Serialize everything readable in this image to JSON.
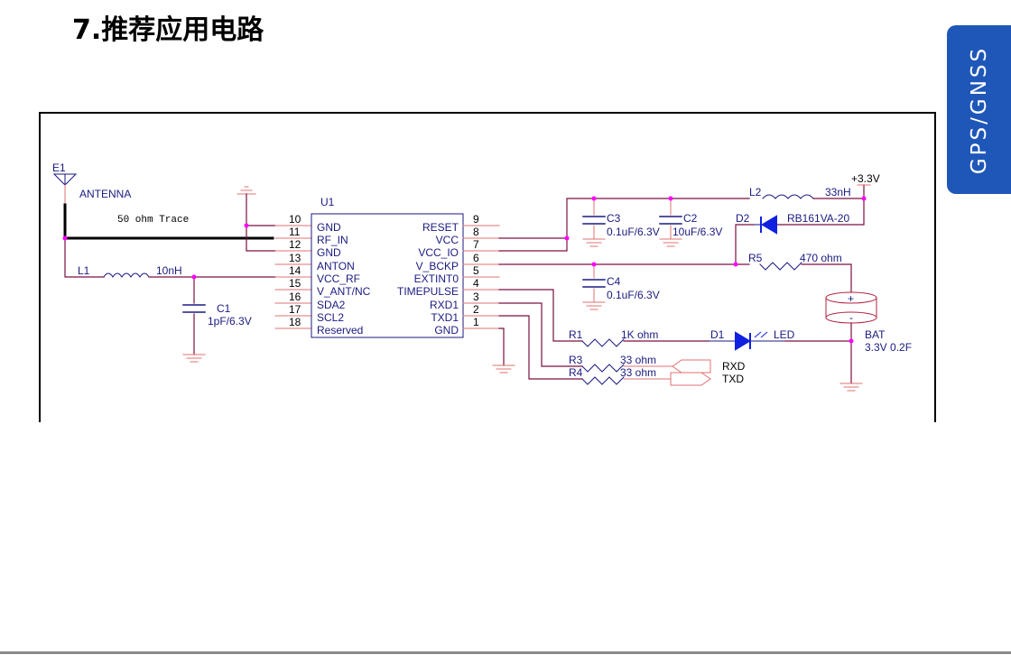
{
  "header": {
    "title": "7.推荐应用电路"
  },
  "side_tab": {
    "label": "GPS/GNSS",
    "color": "#1e57b8"
  },
  "colors": {
    "wire": "#7a1040",
    "pin": "#e07070",
    "label": "#1a1a80",
    "junction": "#ff00ff",
    "diode": "#1020e0",
    "trace": "#000000"
  },
  "schematic": {
    "antenna": {
      "ref": "E1",
      "name": "ANTENNA"
    },
    "trace_label": "50 ohm Trace",
    "u1": {
      "ref": "U1",
      "left_pins": [
        {
          "num": "10",
          "name": "GND"
        },
        {
          "num": "11",
          "name": "RF_IN"
        },
        {
          "num": "12",
          "name": "GND"
        },
        {
          "num": "13",
          "name": "ANTON"
        },
        {
          "num": "14",
          "name": "VCC_RF"
        },
        {
          "num": "15",
          "name": "V_ANT/NC"
        },
        {
          "num": "16",
          "name": "SDA2"
        },
        {
          "num": "17",
          "name": "SCL2"
        },
        {
          "num": "18",
          "name": "Reserved"
        }
      ],
      "right_pins": [
        {
          "num": "9",
          "name": "RESET"
        },
        {
          "num": "8",
          "name": "VCC"
        },
        {
          "num": "7",
          "name": "VCC_IO"
        },
        {
          "num": "6",
          "name": "V_BCKP"
        },
        {
          "num": "5",
          "name": "EXTINT0"
        },
        {
          "num": "4",
          "name": "TIMEPULSE"
        },
        {
          "num": "3",
          "name": "RXD1"
        },
        {
          "num": "2",
          "name": "TXD1"
        },
        {
          "num": "1",
          "name": "GND"
        }
      ]
    },
    "l1": {
      "ref": "L1",
      "value": "10nH"
    },
    "c1": {
      "ref": "C1",
      "value": "1pF/6.3V"
    },
    "c3": {
      "ref": "C3",
      "value": "0.1uF/6.3V"
    },
    "c2": {
      "ref": "C2",
      "value": "10uF/6.3V"
    },
    "c4": {
      "ref": "C4",
      "value": "0.1uF/6.3V"
    },
    "l2": {
      "ref": "L2",
      "value": "33nH"
    },
    "vcc": {
      "label": "+3.3V"
    },
    "d2": {
      "ref": "D2",
      "value": "RB161VA-20"
    },
    "r5": {
      "ref": "R5",
      "value": "470 ohm"
    },
    "r1": {
      "ref": "R1",
      "value": "1K ohm"
    },
    "d1": {
      "ref": "D1",
      "value": "LED"
    },
    "r3": {
      "ref": "R3",
      "value": "33 ohm"
    },
    "r4": {
      "ref": "R4",
      "value": "33 ohm"
    },
    "rxd": {
      "label": "RXD"
    },
    "txd": {
      "label": "TXD"
    },
    "bat": {
      "ref": "BAT",
      "value": "3.3V  0.2F",
      "plus": "+",
      "minus": "-"
    }
  }
}
